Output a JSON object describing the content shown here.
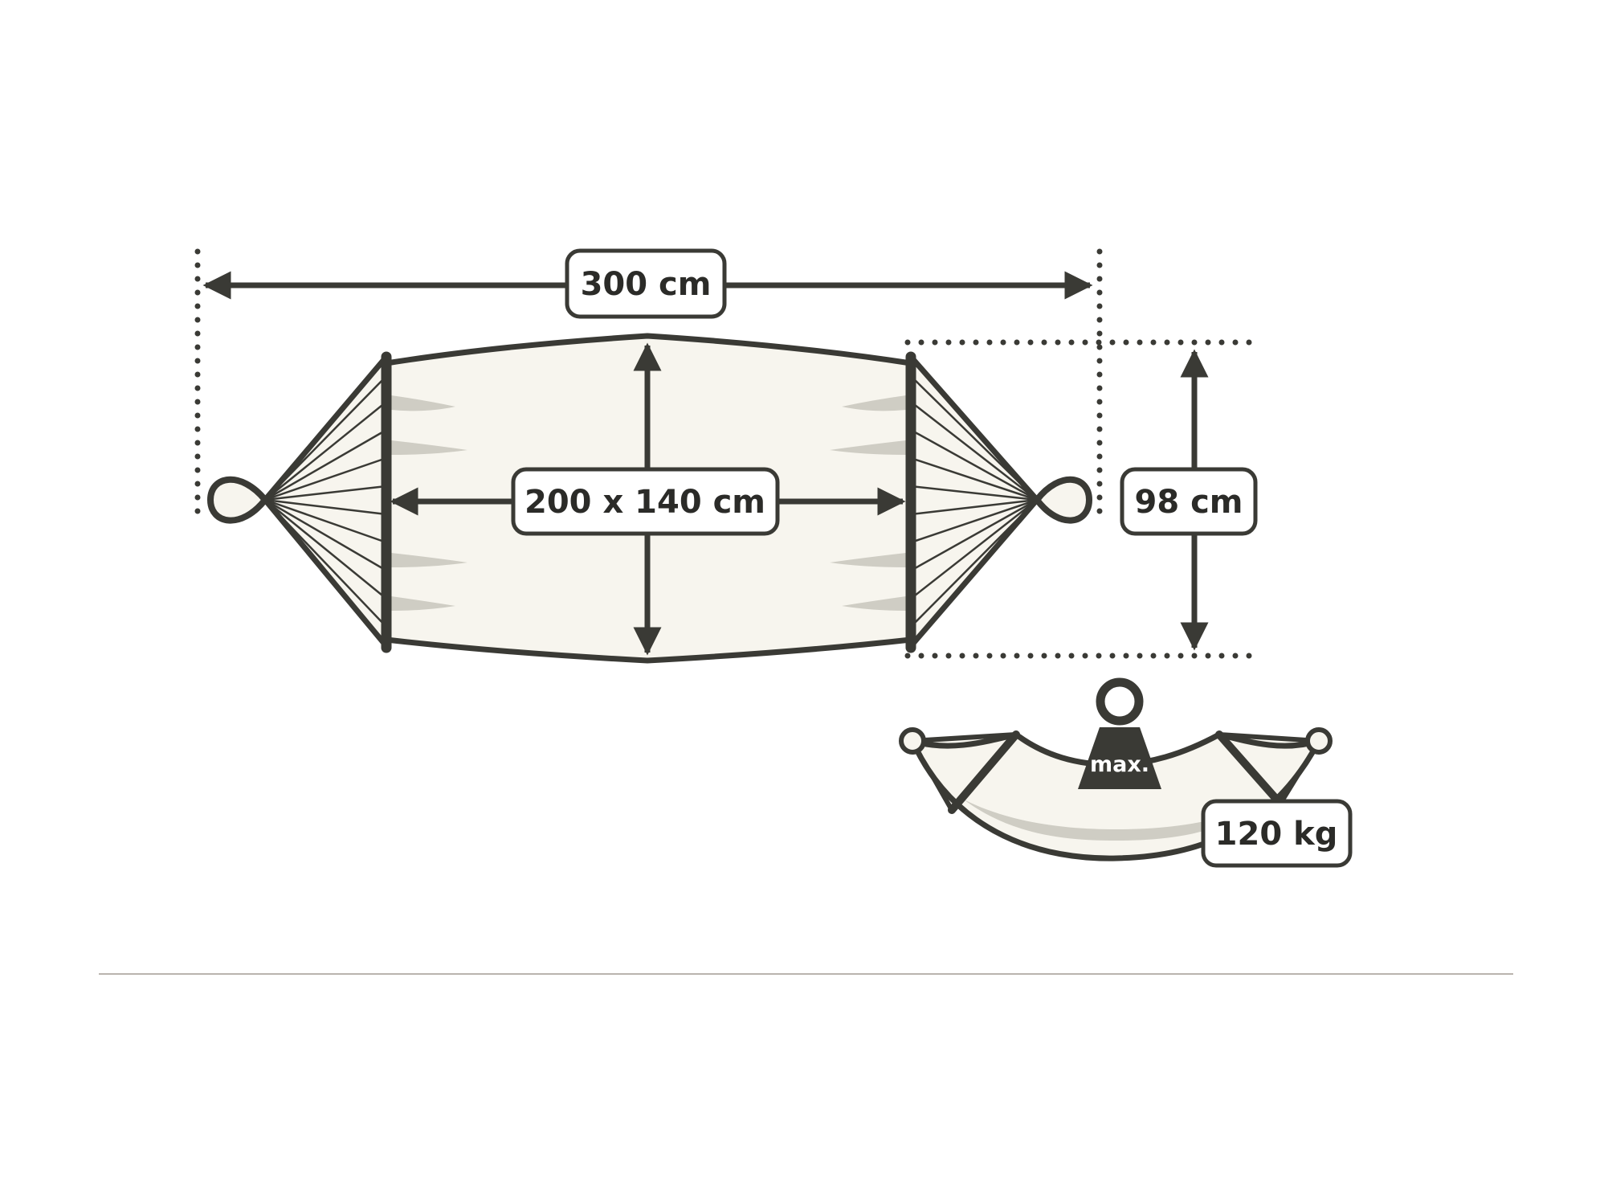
{
  "labels": {
    "total_length": "300 cm",
    "bed_size": "200 x 140 cm",
    "spreader_width": "98 cm",
    "weight_tag": "max.",
    "max_load": "120 kg"
  },
  "colors": {
    "outline": "#3a3a35",
    "fabric": "#f7f5ee",
    "shade": "#cfcdc4",
    "divider": "#b9b4ae"
  }
}
